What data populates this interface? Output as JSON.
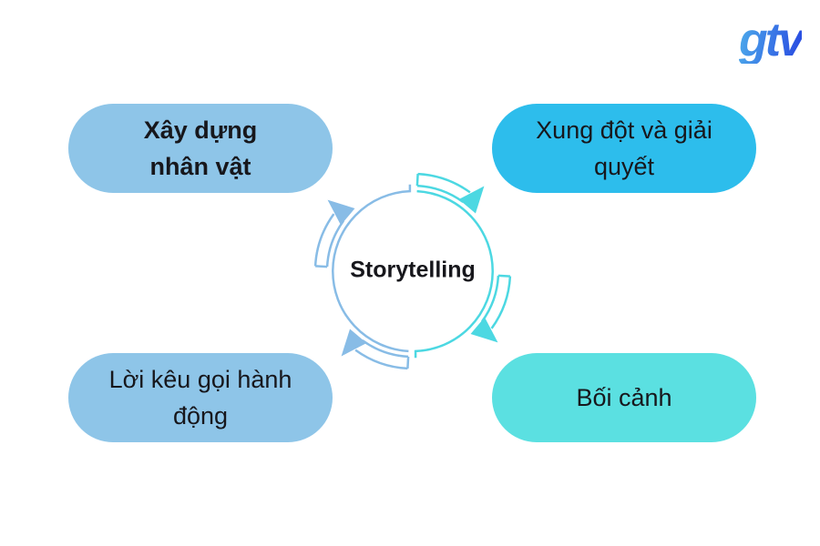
{
  "logo": {
    "text": "gtv"
  },
  "center": {
    "label": "Storytelling"
  },
  "nodes": [
    {
      "position": "top-left",
      "label": "Xây dựng\nnhân vật",
      "color": "#8ec5e8",
      "weight": "bold"
    },
    {
      "position": "top-right",
      "label": "Xung đột và giải\nquyết",
      "color": "#2dbdec",
      "weight": "normal"
    },
    {
      "position": "bottom-left",
      "label": "Lời kêu gọi hành\nđộng",
      "color": "#8ec5e8",
      "weight": "normal"
    },
    {
      "position": "bottom-right",
      "label": "Bối cảnh",
      "color": "#5be0e1",
      "weight": "normal"
    }
  ],
  "colors": {
    "arrow_light_blue": "#88bce6",
    "arrow_teal": "#4cd8e2",
    "text": "#17171c",
    "background": "#ffffff",
    "logo_gradient_start": "#4aa3ea",
    "logo_gradient_end": "#2b51e2"
  }
}
